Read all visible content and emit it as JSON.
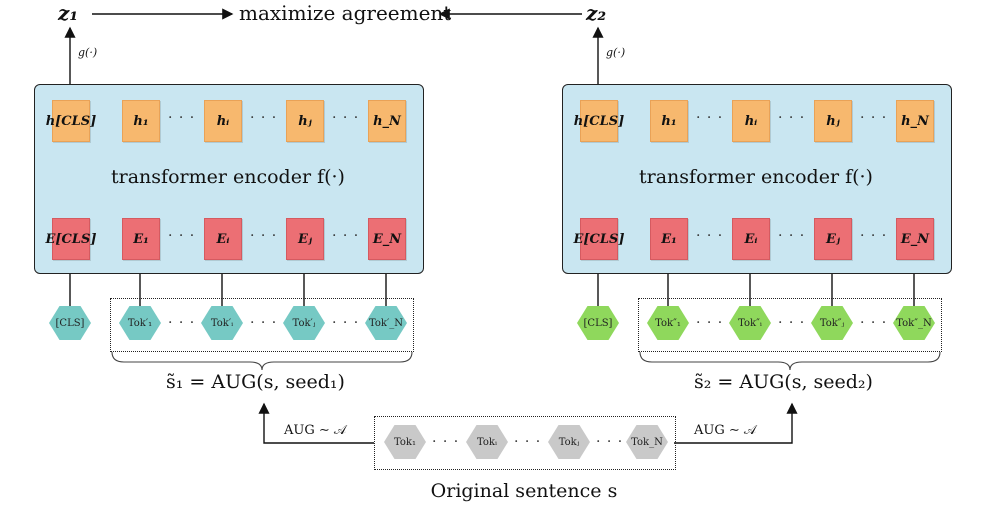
{
  "top": {
    "z1": "z₁",
    "z2": "z₂",
    "agree": "maximize agreement",
    "g1": "g(·)",
    "g2": "g(·)"
  },
  "encoder": {
    "label": "transformer encoder f(·)"
  },
  "hidden": [
    "h[CLS]",
    "h₁",
    "hᵢ",
    "hⱼ",
    "h_N"
  ],
  "embed": [
    "E[CLS]",
    "E₁",
    "Eᵢ",
    "Eⱼ",
    "E_N"
  ],
  "dots": "· · ·",
  "tokens_left": [
    "[CLS]",
    "Tok′₁",
    "Tok′ᵢ",
    "Tok′ⱼ",
    "Tok′_N"
  ],
  "tokens_right": [
    "[CLS]",
    "Tok″₁",
    "Tok″ᵢ",
    "Tok″ⱼ",
    "Tok″_N"
  ],
  "tokens_orig": [
    "Tok₁",
    "Tokᵢ",
    "Tokⱼ",
    "Tok_N"
  ],
  "aug_left": "s̃₁ = AUG(s, seed₁)",
  "aug_right": "s̃₂ = AUG(s, seed₂)",
  "aug_dist_left": "AUG ∼ 𝒜",
  "aug_dist_right": "AUG ∼ 𝒜",
  "original": "Original sentence s",
  "colors": {
    "encoder_bg": "#c9e6f1",
    "hidden": "#f7b86e",
    "embed": "#ec6f74",
    "token_left": "#76c9c4",
    "token_right": "#8fd85c",
    "token_orig": "#c9c9c9"
  }
}
